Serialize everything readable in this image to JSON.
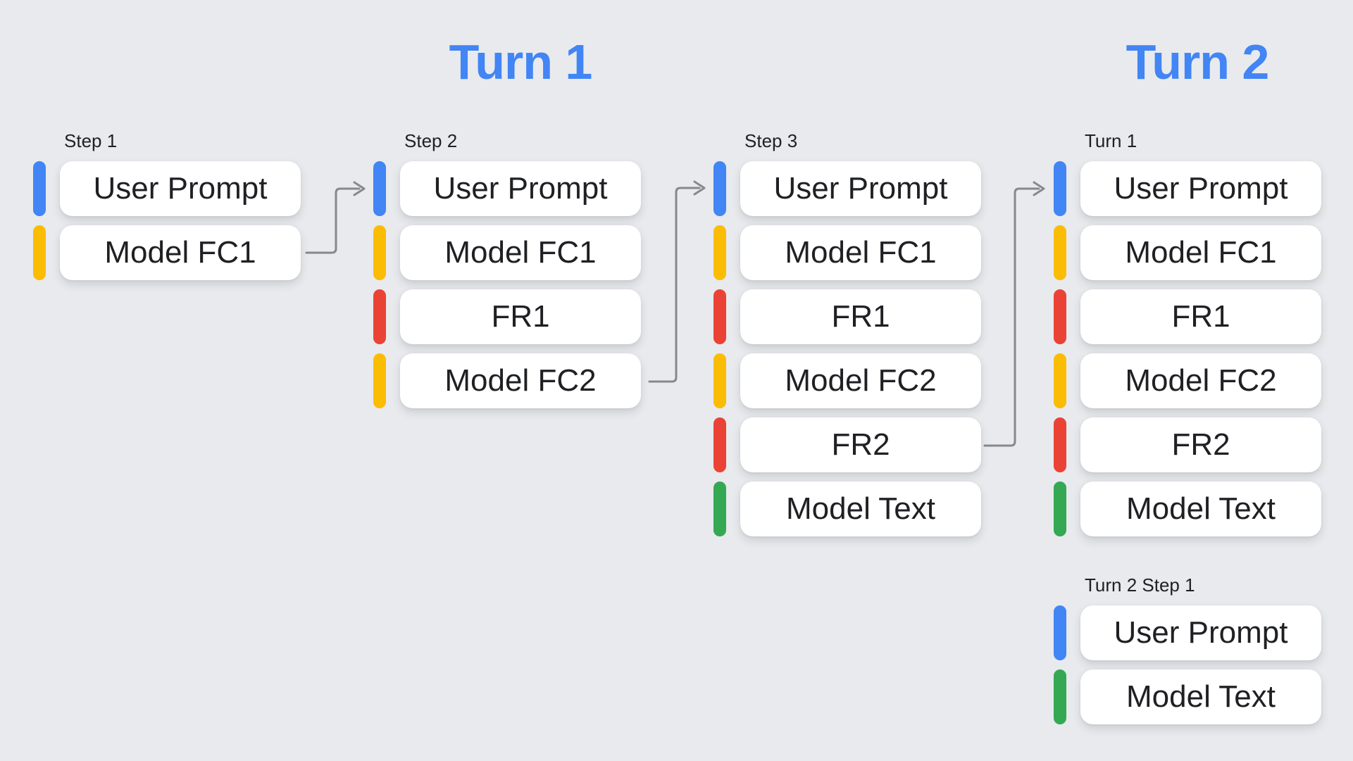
{
  "page": {
    "background_color": "#E8EAEE",
    "description": "Multi-turn function-calling conversation flow diagram"
  },
  "titles": {
    "turn1": "Turn 1",
    "turn2": "Turn 2",
    "color": "#4285F4"
  },
  "legend_colors": {
    "user": "#4285F4",
    "function_call": "#FBBC04",
    "function_response": "#EA4335",
    "model_text": "#34A853"
  },
  "groups": [
    {
      "label": "Step 1",
      "cards": [
        {
          "text": "User Prompt",
          "type": "user"
        },
        {
          "text": "Model FC1",
          "type": "function_call"
        }
      ]
    },
    {
      "label": "Step 2",
      "cards": [
        {
          "text": "User Prompt",
          "type": "user"
        },
        {
          "text": "Model FC1",
          "type": "function_call"
        },
        {
          "text": "FR1",
          "type": "function_response"
        },
        {
          "text": "Model FC2",
          "type": "function_call"
        }
      ]
    },
    {
      "label": "Step 3",
      "cards": [
        {
          "text": "User Prompt",
          "type": "user"
        },
        {
          "text": "Model FC1",
          "type": "function_call"
        },
        {
          "text": "FR1",
          "type": "function_response"
        },
        {
          "text": "Model FC2",
          "type": "function_call"
        },
        {
          "text": "FR2",
          "type": "function_response"
        },
        {
          "text": "Model Text",
          "type": "model_text"
        }
      ]
    },
    {
      "label": "Turn 1",
      "cards": [
        {
          "text": "User Prompt",
          "type": "user"
        },
        {
          "text": "Model FC1",
          "type": "function_call"
        },
        {
          "text": "FR1",
          "type": "function_response"
        },
        {
          "text": "Model FC2",
          "type": "function_call"
        },
        {
          "text": "FR2",
          "type": "function_response"
        },
        {
          "text": "Model Text",
          "type": "model_text"
        }
      ]
    },
    {
      "label": "Turn 2 Step 1",
      "cards": [
        {
          "text": "User Prompt",
          "type": "user"
        },
        {
          "text": "Model Text",
          "type": "model_text"
        }
      ]
    }
  ],
  "connectors": [
    {
      "from": "Step 1 / Model FC1",
      "to": "Step 2 / User Prompt"
    },
    {
      "from": "Step 2 / Model FC2",
      "to": "Step 3 / User Prompt"
    },
    {
      "from": "Step 3 / FR2",
      "to": "Turn 1 / User Prompt"
    }
  ]
}
